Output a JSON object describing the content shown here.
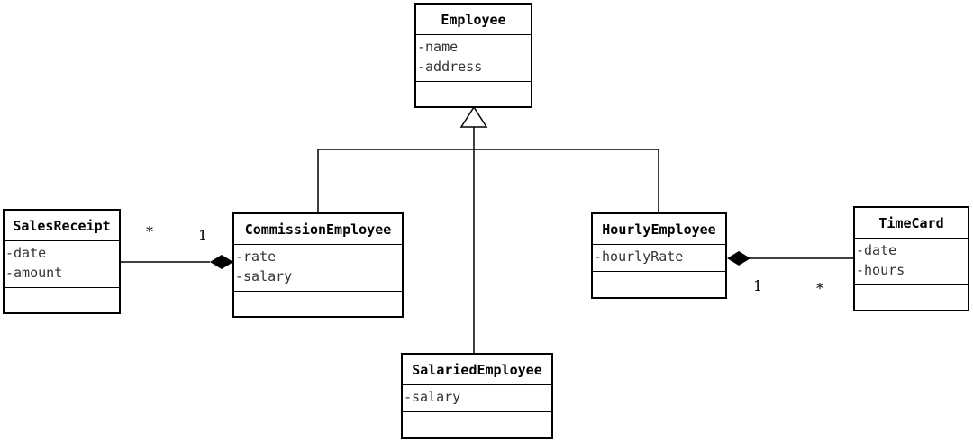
{
  "classes": {
    "employee": {
      "name": "Employee",
      "attributes": [
        "-name",
        "-address"
      ]
    },
    "sales_receipt": {
      "name": "SalesReceipt",
      "attributes": [
        "-date",
        "-amount"
      ]
    },
    "commission_employee": {
      "name": "CommissionEmployee",
      "attributes": [
        "-rate",
        "-salary"
      ]
    },
    "hourly_employee": {
      "name": "HourlyEmployee",
      "attributes": [
        "-hourlyRate"
      ]
    },
    "time_card": {
      "name": "TimeCard",
      "attributes": [
        "-date",
        "-hours"
      ]
    },
    "salaried_employee": {
      "name": "SalariedEmployee",
      "attributes": [
        "-salary"
      ]
    }
  },
  "associations": {
    "commission_sales": {
      "whole": "CommissionEmployee",
      "part": "SalesReceipt",
      "whole_multiplicity": "1",
      "part_multiplicity": "*"
    },
    "hourly_timecard": {
      "whole": "HourlyEmployee",
      "part": "TimeCard",
      "whole_multiplicity": "1",
      "part_multiplicity": "*"
    }
  },
  "generalizations": [
    {
      "parent": "Employee",
      "child": "CommissionEmployee"
    },
    {
      "parent": "Employee",
      "child": "SalariedEmployee"
    },
    {
      "parent": "Employee",
      "child": "HourlyEmployee"
    }
  ]
}
